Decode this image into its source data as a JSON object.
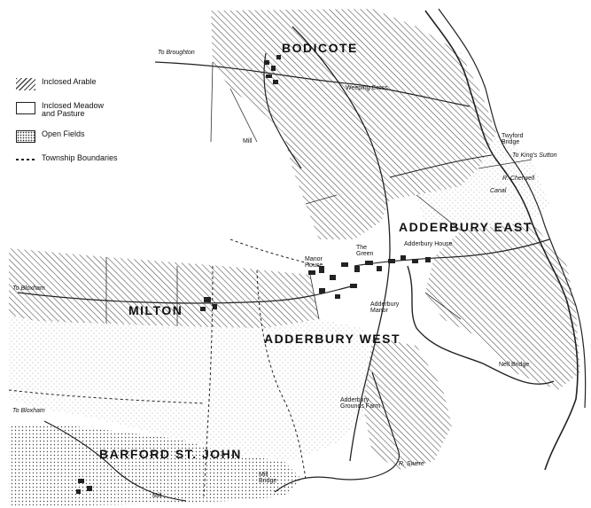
{
  "legend": {
    "inclosed_arable": "Inclosed Arable",
    "inclosed_meadow": "Inclosed Meadow and Pasture",
    "open_fields": "Open Fields",
    "township_boundaries": "Township Boundaries"
  },
  "places": {
    "bodicote": "BODICOTE",
    "adderbury_east": "ADDERBURY EAST",
    "milton": "MILTON",
    "adderbury_west": "ADDERBURY WEST",
    "barford_st_john": "BARFORD ST. JOHN",
    "to_broughton": "To Broughton",
    "weeping_cross": "Weeping Cross",
    "twyford_bridge": "Twyford Bridge",
    "to_kings_sutton": "To King's Sutton",
    "r_cherwell": "R. Cherwell",
    "canal": "Canal",
    "mill_bodicote": "Mill",
    "the_green": "The Green",
    "manor_house": "Manor House",
    "adderbury_house": "Adderbury House",
    "to_bloxham": "To Bloxham",
    "adderbury_manor": "Adderbury Manor",
    "nell_bridge": "Nell Bridge",
    "adderbury_grounds_farm": "Adderbury Grounds Farm",
    "to_bloxham_south": "To Bloxham",
    "r_swere": "R. Swere",
    "mill_bridge": "Mill Bridge",
    "mill_barford": "Mill"
  },
  "colors": {
    "ink": "#222222",
    "paper": "#ffffff"
  }
}
